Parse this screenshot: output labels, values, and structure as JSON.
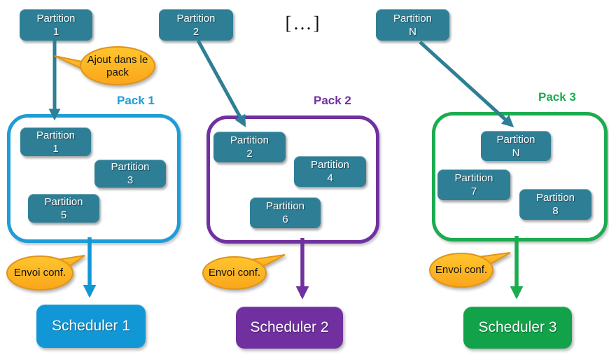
{
  "colors": {
    "partition_fill": "#2E7F96",
    "arrow_teal": "#2E7F96",
    "pack1": "#1E9CD7",
    "pack2": "#7030A0",
    "pack3": "#1CAC50",
    "scheduler1": "#1297D6",
    "scheduler2": "#7030A0",
    "scheduler3": "#12A249",
    "callout_top": "#FFC52E",
    "callout_bottom": "#FAA61A",
    "callout_border": "#E0941A"
  },
  "ellipsis_label": "[…]",
  "add_callout": {
    "line1": "Ajout dans le",
    "line2": "pack"
  },
  "columns": [
    {
      "source_partition": {
        "line1": "Partition",
        "line2": "1"
      },
      "pack": {
        "label": "Pack 1",
        "partitions": [
          {
            "line1": "Partition",
            "line2": "1"
          },
          {
            "line1": "Partition",
            "line2": "3"
          },
          {
            "line1": "Partition",
            "line2": "5"
          }
        ]
      },
      "send_callout": "Envoi conf.",
      "scheduler": "Scheduler 1"
    },
    {
      "source_partition": {
        "line1": "Partition",
        "line2": "2"
      },
      "pack": {
        "label": "Pack 2",
        "partitions": [
          {
            "line1": "Partition",
            "line2": "2"
          },
          {
            "line1": "Partition",
            "line2": "4"
          },
          {
            "line1": "Partition",
            "line2": "6"
          }
        ]
      },
      "send_callout": "Envoi conf.",
      "scheduler": "Scheduler 2"
    },
    {
      "source_partition": {
        "line1": "Partition",
        "line2": "N"
      },
      "pack": {
        "label": "Pack 3",
        "partitions": [
          {
            "line1": "Partition",
            "line2": "N"
          },
          {
            "line1": "Partition",
            "line2": "7"
          },
          {
            "line1": "Partition",
            "line2": "8"
          }
        ]
      },
      "send_callout": "Envoi conf.",
      "scheduler": "Scheduler 3"
    }
  ]
}
